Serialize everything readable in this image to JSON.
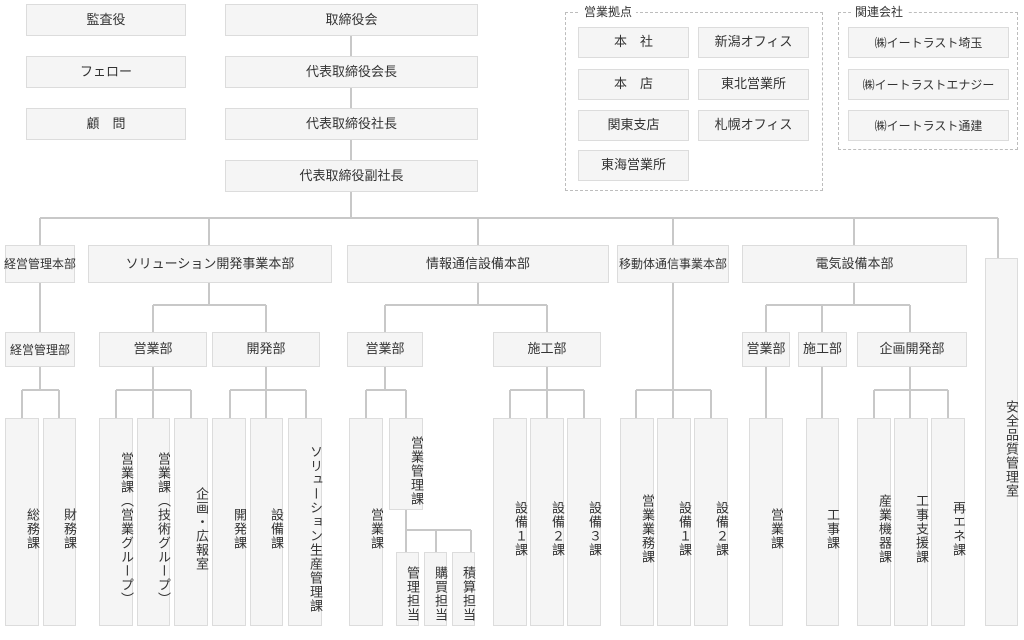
{
  "colors": {
    "line": "#c8c8c8",
    "box_bg": "#f5f5f5",
    "box_border": "#dcdcdc",
    "text": "#333333"
  },
  "top": {
    "kansayaku": "監査役",
    "fellow": "フェロー",
    "komon": "顧　問",
    "board": "取締役会",
    "chairman": "代表取締役会長",
    "president": "代表取締役社長",
    "vp": "代表取締役副社長"
  },
  "eigyo_kyoten": {
    "label": "営業拠点",
    "items": [
      "本　社",
      "新潟オフィス",
      "本　店",
      "東北営業所",
      "関東支店",
      "札幌オフィス",
      "東海営業所"
    ]
  },
  "kanren": {
    "label": "関連会社",
    "items": [
      "㈱イートラスト埼玉",
      "㈱イートラストエナジー",
      "㈱イートラスト通建"
    ]
  },
  "divisions": {
    "keiei": {
      "name": "経営管理本部",
      "dept": "経営管理部",
      "sections": [
        "総務課",
        "財務課"
      ]
    },
    "solution": {
      "name": "ソリューション開発事業本部",
      "eigyo": "営業部",
      "kaihatsu": "開発部",
      "eigyo_sections": [
        "営業課（営業グループ）",
        "営業課（技術グループ）",
        "企画・広報室"
      ],
      "kaihatsu_sections": [
        "開発課",
        "設備課",
        "ソリューション生産管理課"
      ]
    },
    "joho": {
      "name": "情報通信設備本部",
      "eigyo": "営業部",
      "seko": "施工部",
      "eigyo_sections": [
        "営業課",
        "営業管理課"
      ],
      "sub_sections": [
        "管理担当",
        "購買担当",
        "積算担当"
      ],
      "seko_sections": [
        "設備１課",
        "設備２課",
        "設備３課"
      ]
    },
    "idotai": {
      "name": "移動体通信事業本部",
      "sections": [
        "営業業務課",
        "設備１課",
        "設備２課"
      ]
    },
    "denki": {
      "name": "電気設備本部",
      "eigyo": "営業部",
      "seko": "施工部",
      "kikaku": "企画開発部",
      "eigyo_sections": [
        "営業課"
      ],
      "seko_sections": [
        "工事課"
      ],
      "kikaku_sections": [
        "産業機器課",
        "工事支援課",
        "再エネ課"
      ]
    },
    "anzen": {
      "name": "安全品質管理室"
    }
  }
}
